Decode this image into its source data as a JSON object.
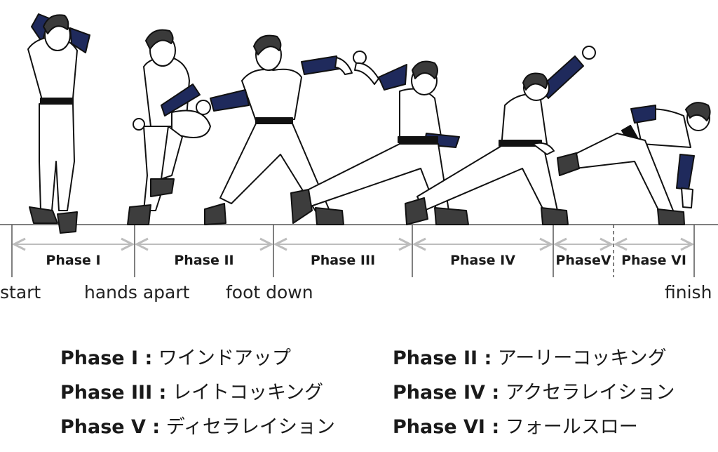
{
  "phases": [
    {
      "label": "Phase I"
    },
    {
      "label": "Phase II"
    },
    {
      "label": "Phase III"
    },
    {
      "label": "Phase IV"
    },
    {
      "label": "PhaseV"
    },
    {
      "label": "Phase VI"
    }
  ],
  "markers": {
    "start": "start",
    "hands_apart": "hands apart",
    "foot_down": "foot down",
    "finish": "finish"
  },
  "legend": [
    {
      "phase": "Phase I :",
      "name": "ワインドアップ"
    },
    {
      "phase": "Phase II :",
      "name": "アーリーコッキング"
    },
    {
      "phase": "Phase III :",
      "name": "レイトコッキング"
    },
    {
      "phase": "Phase IV :",
      "name": "アクセラレイション"
    },
    {
      "phase": "Phase V :",
      "name": "ディセラレイション"
    },
    {
      "phase": "Phase VI :",
      "name": "フォールスロー"
    }
  ],
  "colors": {
    "sleeve": "#1f2a5c",
    "hair": "#3a3a3a",
    "shoe": "#3d3d3d",
    "arrow": "#bdbdbd"
  }
}
